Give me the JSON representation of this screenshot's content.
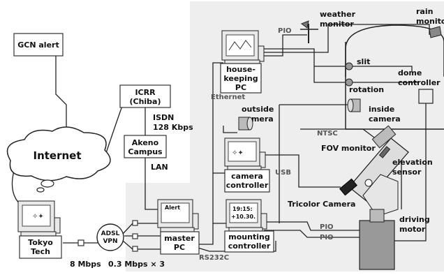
{
  "labels": {
    "gcn_alert": "GCN alert",
    "internet": "Internet",
    "icrr_line1": "ICRR",
    "icrr_line2": "(Chiba)",
    "isdn_line1": "ISDN",
    "isdn_line2": "128 Kbps",
    "akeno_line1": "Akeno",
    "akeno_line2": "Campus",
    "lan": "LAN",
    "tokyo_line1": "Tokyo",
    "tokyo_line2": "Tech",
    "adsl_line1": "ADSL",
    "adsl_line2": "VPN",
    "speed_8": "8 Mbps",
    "speed_03": "0.3 Mbps × 3",
    "master_line1": "master",
    "master_line2": "PC",
    "alert_screen": "Alert",
    "rs232c": "RS232C",
    "housekeeping_line1": "house-",
    "housekeeping_line2": "keeping",
    "housekeeping_line3": "PC",
    "ethernet": "Ethernet",
    "pio_top": "PIO",
    "weather_line1": "weather",
    "weather_line2": "monitor",
    "rain_line1": "rain",
    "rain_line2": "monitor",
    "slit": "slit",
    "rotation": "rotation",
    "dome_line1": "dome",
    "dome_line2": "controller",
    "outside_line1": "outside",
    "outside_line2": "camera",
    "inside_line1": "inside",
    "inside_line2": "camera",
    "ntsc": "NTSC",
    "fov_monitor": "FOV monitor",
    "usb": "USB",
    "camera_ctrl_line1": "camera",
    "camera_ctrl_line2": "controller",
    "elevation_line1": "elevation",
    "elevation_line2": "sensor",
    "tricolor_camera": "Tricolor Camera",
    "mount_screen_line1": "19:15:",
    "mount_screen_line2": "+10.30.",
    "mounting_line1": "mounting",
    "mounting_line2": "controller",
    "pio_a": "PIO",
    "pio_b": "PIO",
    "driving_line1": "driving",
    "driving_line2": "motor"
  }
}
